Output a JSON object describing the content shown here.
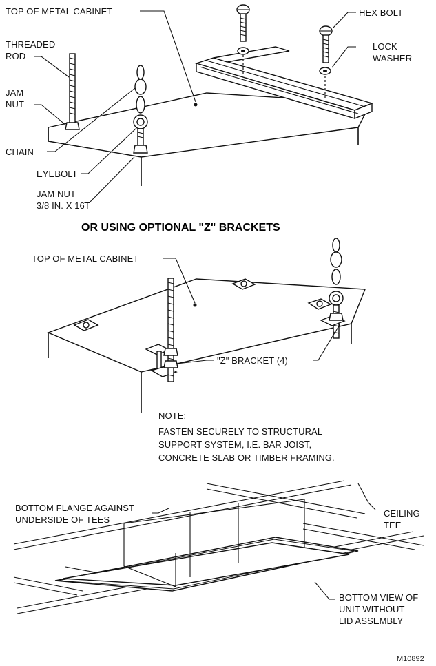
{
  "colors": {
    "line": "#111111",
    "background": "#ffffff"
  },
  "figure_code": "M10892",
  "top_view": {
    "cabinet_label": "TOP OF METAL CABINET",
    "threaded_rod": [
      "THREADED",
      "ROD"
    ],
    "jam_nut": [
      "JAM",
      "NUT"
    ],
    "chain": "CHAIN",
    "eyebolt": "EYEBOLT",
    "jam_nut_spec": [
      "JAM NUT",
      "3/8 IN. X 16T"
    ],
    "hex_bolt": "HEX BOLT",
    "lock_washer": [
      "LOCK",
      "WASHER"
    ]
  },
  "z_bracket_view": {
    "heading": "OR USING OPTIONAL \"Z\" BRACKETS",
    "cabinet_label": "TOP OF METAL CABINET",
    "z_bracket": "\"Z\" BRACKET (4)"
  },
  "note": {
    "title": "NOTE:",
    "lines": [
      "FASTEN SECURELY TO STRUCTURAL",
      "SUPPORT SYSTEM, I.E. BAR JOIST,",
      "CONCRETE SLAB OR TIMBER FRAMING."
    ]
  },
  "ceiling_view": {
    "flange": [
      "BOTTOM FLANGE AGAINST",
      "UNDERSIDE OF TEES"
    ],
    "ceiling_tee": [
      "CEILING",
      "TEE"
    ],
    "bottom_view": [
      "BOTTOM VIEW OF",
      "UNIT WITHOUT",
      "LID ASSEMBLY"
    ]
  }
}
